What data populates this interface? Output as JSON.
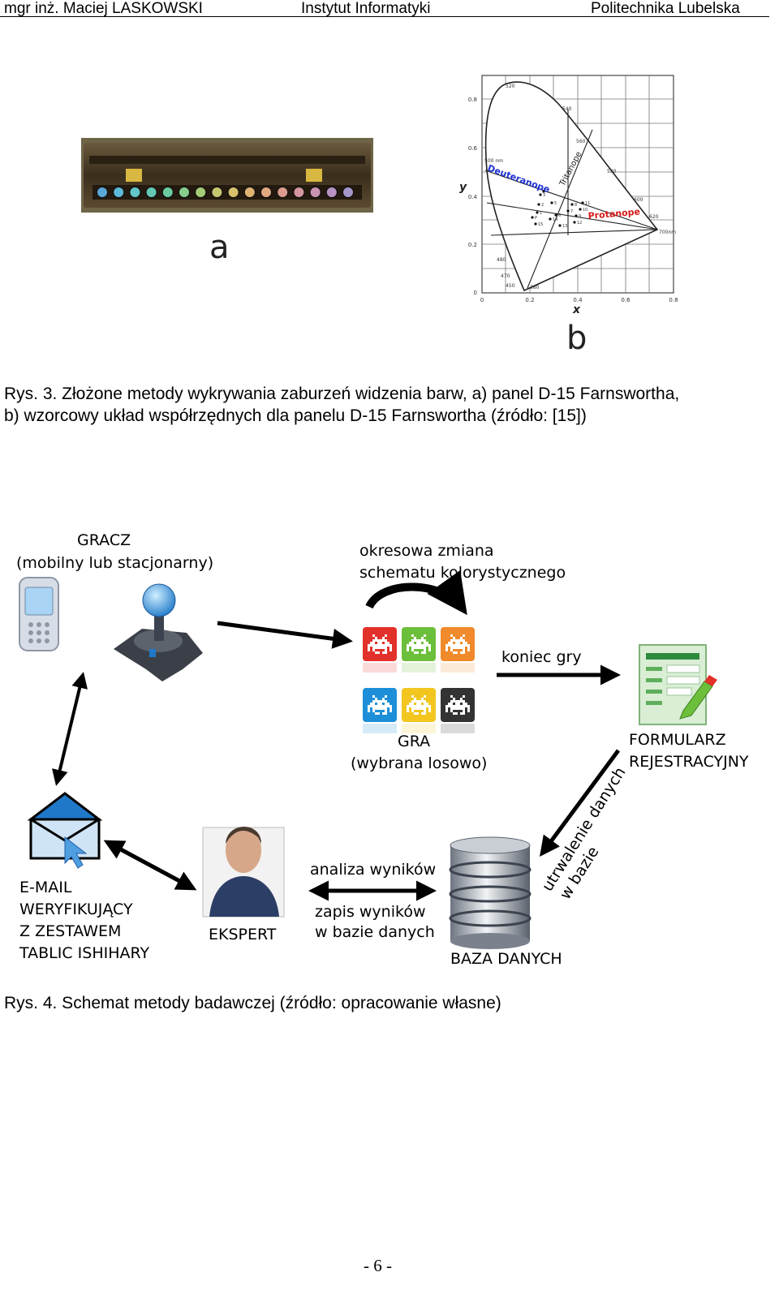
{
  "header": {
    "author": "mgr inż. Maciej LASKOWSKI",
    "institute": "Instytut Informatyki",
    "university": "Politechnika Lubelska"
  },
  "figure3": {
    "label_a": "a",
    "label_b": "b",
    "chart": {
      "axis_x": "x",
      "axis_y": "y",
      "x_ticks": [
        "0",
        "0.2",
        "0.4",
        "0.6",
        "0.8"
      ],
      "y_ticks": [
        "0",
        "0.2",
        "0.4",
        "0.6",
        "0.8"
      ],
      "wavelengths": [
        "520",
        "540",
        "560",
        "580",
        "600",
        "620",
        "700nm",
        "500 nm",
        "480",
        "470",
        "450",
        "380"
      ],
      "line_labels": {
        "deuteranope": "Deuteranope",
        "tritanope": "Tritanope",
        "protanope": "Protanope"
      },
      "point_labels": [
        "P",
        "1",
        "2",
        "3",
        "4",
        "5",
        "6",
        "7",
        "8",
        "9",
        "10",
        "11",
        "12",
        "13",
        "14",
        "15"
      ]
    },
    "caption_line1": "Rys. 3. Złożone metody wykrywania zaburzeń widzenia barw, a) panel D-15 Farnswortha,",
    "caption_line2": "b) wzorcowy układ współrzędnych dla panelu D-15 Farnswortha (źródło: [15])"
  },
  "figure4": {
    "player_line1": "GRACZ",
    "player_line2": "(mobilny lub stacjonarny)",
    "scheme_line1": "okresowa zmiana",
    "scheme_line2": "schematu kolorystycznego",
    "game_line1": "GRA",
    "game_line2": "(wybrana losowo)",
    "game_over": "koniec gry",
    "form_line1": "FORMULARZ",
    "form_line2": "REJESTRACYJNY",
    "store_line1": "utrwalenie danych",
    "store_line2": "w bazie",
    "database": "BAZA DANYCH",
    "analysis": "analiza wyników",
    "save_line1": "zapis wyników",
    "save_line2": "w bazie danych",
    "expert": "EKSPERT",
    "email_line1": "E-MAIL",
    "email_line2": "WERYFIKUJĄCY",
    "email_line3": "Z ZESTAWEM",
    "email_line4": "TABLIC ISHIHARY",
    "caption": "Rys. 4. Schemat metody badawczej (źródło: opracowanie własne)"
  },
  "footer": {
    "page_number": "- 6 -"
  },
  "colors": {
    "invader_red": "#e2312a",
    "invader_green": "#6cbf3a",
    "invader_orange": "#f08a2a",
    "invader_blue": "#1d8fd8",
    "invader_yellow": "#f2c61f",
    "invader_black": "#333333",
    "deuteranope": "#1a2fd0",
    "protanope": "#d81a1a"
  }
}
